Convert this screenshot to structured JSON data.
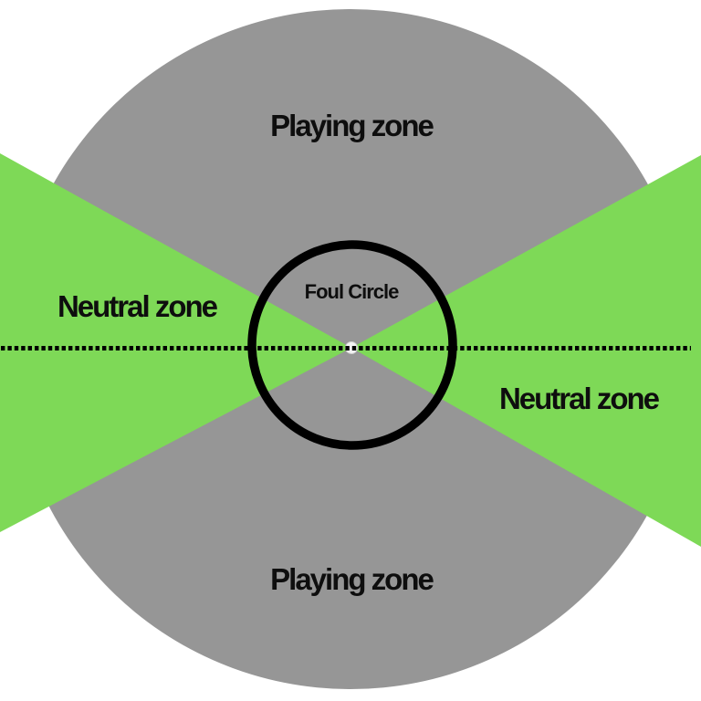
{
  "diagram": {
    "labels": {
      "playing_zone_top": "Playing zone",
      "playing_zone_bottom": "Playing zone",
      "neutral_zone_left": "Neutral zone",
      "neutral_zone_right": "Neutral zone",
      "foul_circle": "Foul Circle"
    },
    "colors": {
      "background": "#ffffff",
      "playing_zone_gray": "#969696",
      "neutral_zone_green": "#7ed957",
      "outline_black": "#000000",
      "center_spot_fill": "#f4f4f4",
      "center_spot_edge": "#d0d0d0",
      "label_text": "#0e0e0e"
    }
  }
}
